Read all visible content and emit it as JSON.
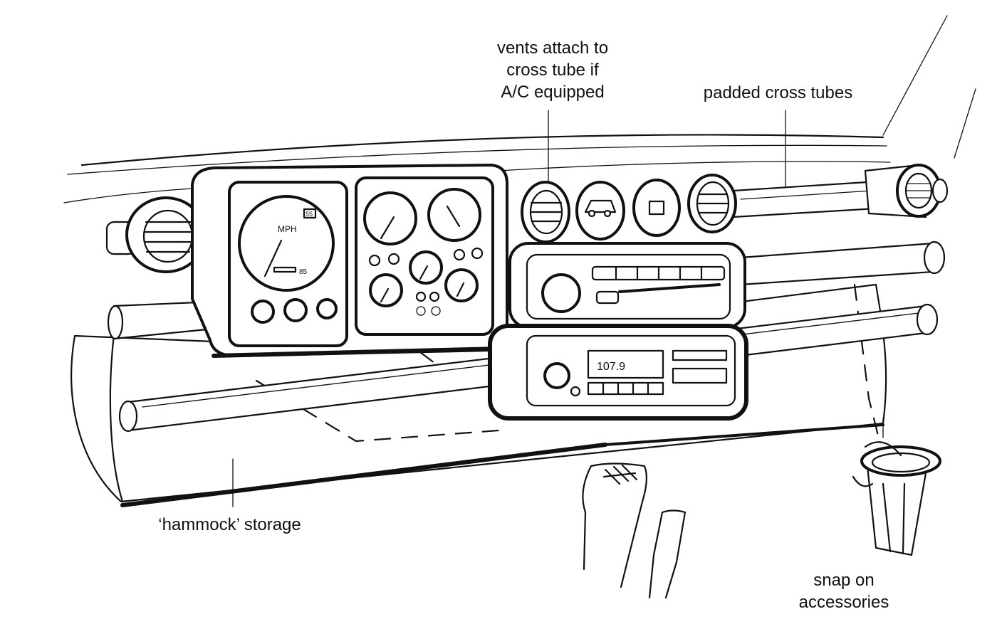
{
  "title": "Dashboard concept sketch",
  "annotations": [
    {
      "id": "vents",
      "lines": [
        "vents attach to",
        "cross tube if",
        "A/C equipped"
      ]
    },
    {
      "id": "cross-tubes",
      "lines": [
        "padded cross tubes"
      ]
    },
    {
      "id": "hammock",
      "lines": [
        "‘hammock’ storage"
      ]
    },
    {
      "id": "accessories",
      "lines": [
        "snap on",
        "accessories"
      ]
    }
  ],
  "instrument_cluster": {
    "speedometer_unit": "MPH",
    "speed_limit_badge": "55",
    "odometer_marks": "85"
  },
  "radio": {
    "frequency_display": "107.9"
  },
  "colors": {
    "ink": "#111111",
    "paper": "#ffffff",
    "shading": "#d9d9d9"
  }
}
